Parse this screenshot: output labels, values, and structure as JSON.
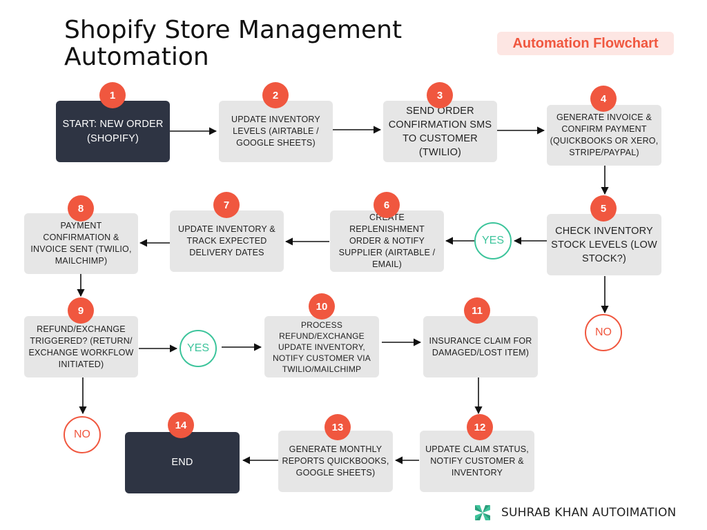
{
  "header": {
    "title": "Shopify Store Management Automation",
    "tag": "Automation Flowchart"
  },
  "steps": [
    {
      "num": "1",
      "label": "START: NEW ORDER (SHOPIFY)"
    },
    {
      "num": "2",
      "label": "UPDATE INVENTORY LEVELS (AIRTABLE / GOOGLE SHEETS)"
    },
    {
      "num": "3",
      "label": "SEND ORDER CONFIRMATION SMS TO CUSTOMER (TWILIO)"
    },
    {
      "num": "4",
      "label": "GENERATE INVOICE & CONFIRM PAYMENT (QUICKBOOKS OR XERO, STRIPE/PAYPAL)"
    },
    {
      "num": "5",
      "label": "CHECK INVENTORY STOCK LEVELS (LOW STOCK?)"
    },
    {
      "num": "6",
      "label": "CREATE REPLENISHMENT ORDER & NOTIFY SUPPLIER (AIRTABLE / EMAIL)"
    },
    {
      "num": "7",
      "label": "UPDATE INVENTORY & TRACK EXPECTED DELIVERY DATES"
    },
    {
      "num": "8",
      "label": "PAYMENT CONFIRMATION & INVOICE SENT (TWILIO, MAILCHIMP)"
    },
    {
      "num": "9",
      "label": "REFUND/EXCHANGE TRIGGERED? (RETURN/ EXCHANGE WORKFLOW INITIATED)"
    },
    {
      "num": "10",
      "label": "PROCESS REFUND/EXCHANGE UPDATE INVENTORY, NOTIFY CUSTOMER VIA TWILIO/MAILCHIMP"
    },
    {
      "num": "11",
      "label": "INSURANCE CLAIM FOR DAMAGED/LOST ITEM)"
    },
    {
      "num": "12",
      "label": "UPDATE CLAIM STATUS, NOTIFY CUSTOMER & INVENTORY"
    },
    {
      "num": "13",
      "label": "GENERATE MONTHLY REPORTS QUICKBOOKS, GOOGLE SHEETS)"
    },
    {
      "num": "14",
      "label": "END"
    }
  ],
  "decisions": {
    "stock_yes": "YES",
    "stock_no": "NO",
    "refund_yes": "YES",
    "refund_no": "NO"
  },
  "footer": {
    "brand": "SUHRAB KHAN AUTOIMATION"
  },
  "colors": {
    "accent": "#f0573f",
    "yes": "#3cc49b",
    "dark_box": "#2e3443",
    "box": "#e6e6e6",
    "tag_bg": "#fde6e3"
  }
}
